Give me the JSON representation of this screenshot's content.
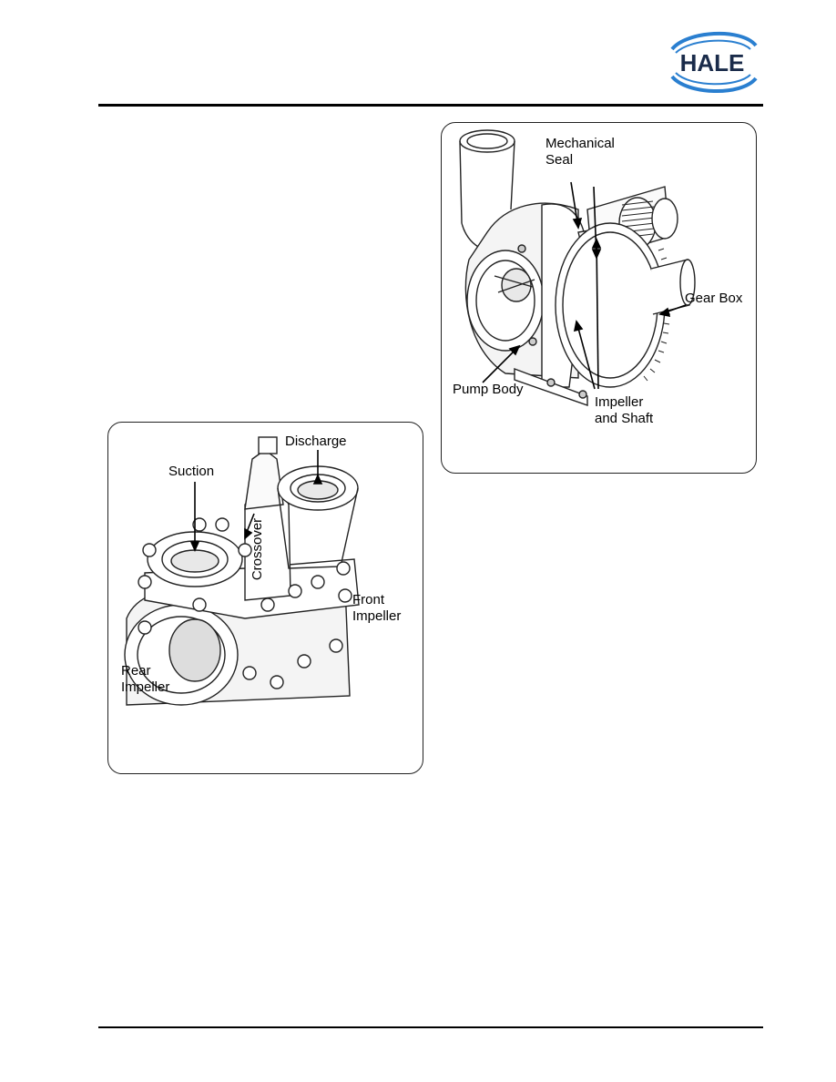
{
  "logo": {
    "text": "HALE",
    "color": "#1a2b4a",
    "swoosh_color": "#2a7fd0"
  },
  "figure_pump_cutaway": {
    "labels": {
      "mechanical_seal": [
        "Mechanical",
        "Seal"
      ],
      "gear_box": "Gear Box",
      "pump_body": "Pump Body",
      "impeller_shaft": [
        "Impeller",
        "and Shaft"
      ]
    }
  },
  "figure_two_stage": {
    "labels": {
      "suction": "Suction",
      "discharge": "Discharge",
      "crossover": "Crossover",
      "front_impeller": [
        "Front",
        "Impeller"
      ],
      "rear_impeller": [
        "Rear",
        "Impeller"
      ]
    }
  }
}
